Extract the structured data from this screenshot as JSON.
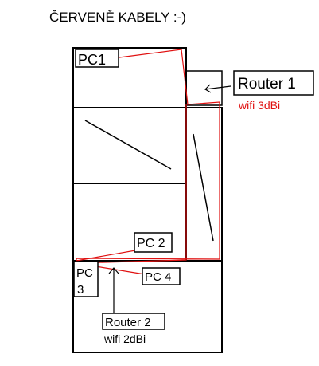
{
  "title": "ČERVENĚ KABELY :-)",
  "labels": {
    "pc1": "PC1",
    "router1": "Router 1",
    "router1_wifi": "wifi 3dBi",
    "pc2": "PC 2",
    "pc3_line1": "PC",
    "pc3_line2": "3",
    "pc4": "PC 4",
    "router2": "Router 2",
    "router2_wifi": "wifi 2dBi"
  },
  "colors": {
    "outline": "#000000",
    "cable": "#e01010",
    "router1_wifi": "#e01010",
    "background": "#ffffff"
  }
}
